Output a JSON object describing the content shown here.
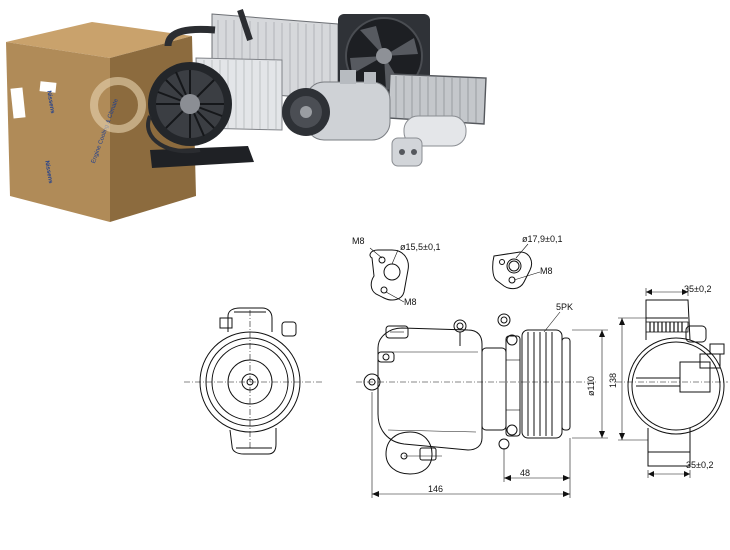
{
  "product_box": {
    "brand_text": "Nissens",
    "slogan_text": "Engine Cooling & Climate"
  },
  "dimensions": {
    "fitting_left_thread": "M8",
    "fitting_left_dia": "ø15,5±0,1",
    "fitting_left_bolt": "M8",
    "fitting_right_dia": "ø17,9±0,1",
    "fitting_right_thread": "M8",
    "pulley_grooves": "5PK",
    "pulley_dia": "ø110",
    "body_length": "146",
    "pulley_offset": "48",
    "height": "138",
    "top_ear": "35±0,2",
    "bottom_ear": "35±0,2"
  },
  "colors": {
    "box": "#b08b58",
    "box_dark": "#8c6b3e",
    "brand_blue": "#1f3f8f",
    "metal": "#c9ccd0",
    "metal_dark": "#3a3d42",
    "line": "#111111"
  }
}
